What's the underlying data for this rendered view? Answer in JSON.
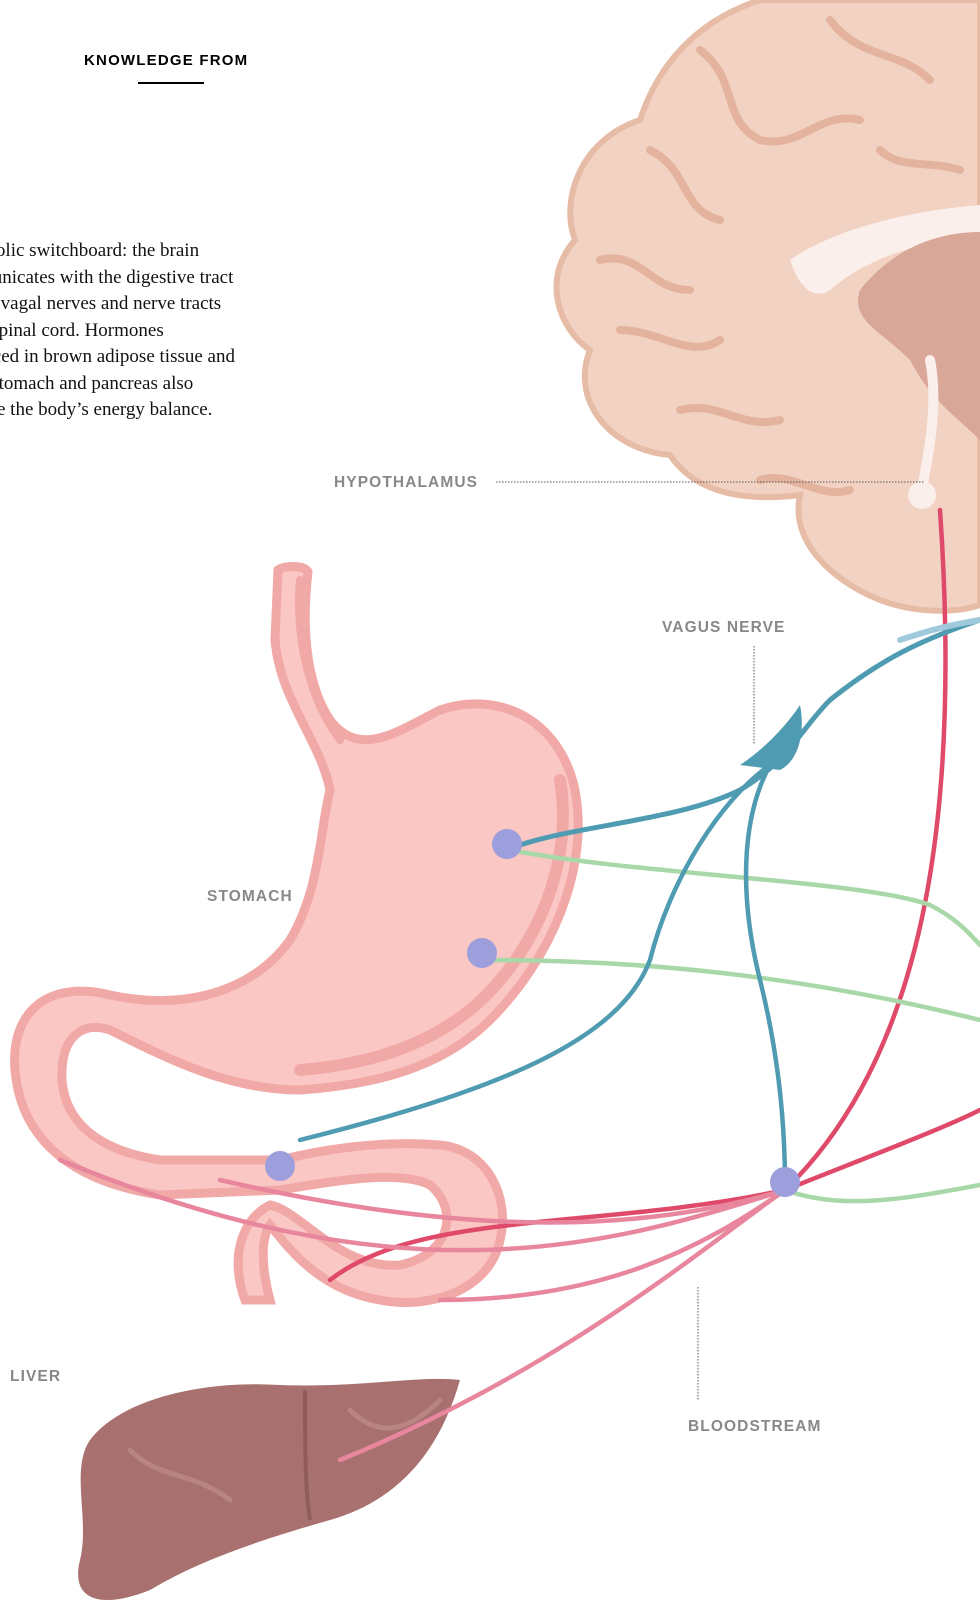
{
  "header": {
    "kicker": "KNOWLEDGE FROM"
  },
  "intro": {
    "text": "abolic switchboard: the brain\nmunicates with the digestive tract\nhe vagal nerves and nerve tracts\ne spinal cord. Hormones\nluced in brown adipose tissue and\ne stomach and pancreas also\nlate the body’s energy balance."
  },
  "labels": {
    "hypothalamus": "HYPOTHALAMUS",
    "vagus_nerve": "VAGUS NERVE",
    "stomach": "STOMACH",
    "liver": "LIVER",
    "bloodstream": "BLOODSTREAM"
  },
  "colors": {
    "brain": "#f2d2c2",
    "brain_deep": "#d9a797",
    "stomach": "#fbc7c4",
    "stomach_rim": "#f1a9a7",
    "liver": "#a87170",
    "vagus": "#4f9bb2",
    "blood": "#e04a6a",
    "hormone": "#a8d8a8",
    "node": "#9c9fdb"
  }
}
